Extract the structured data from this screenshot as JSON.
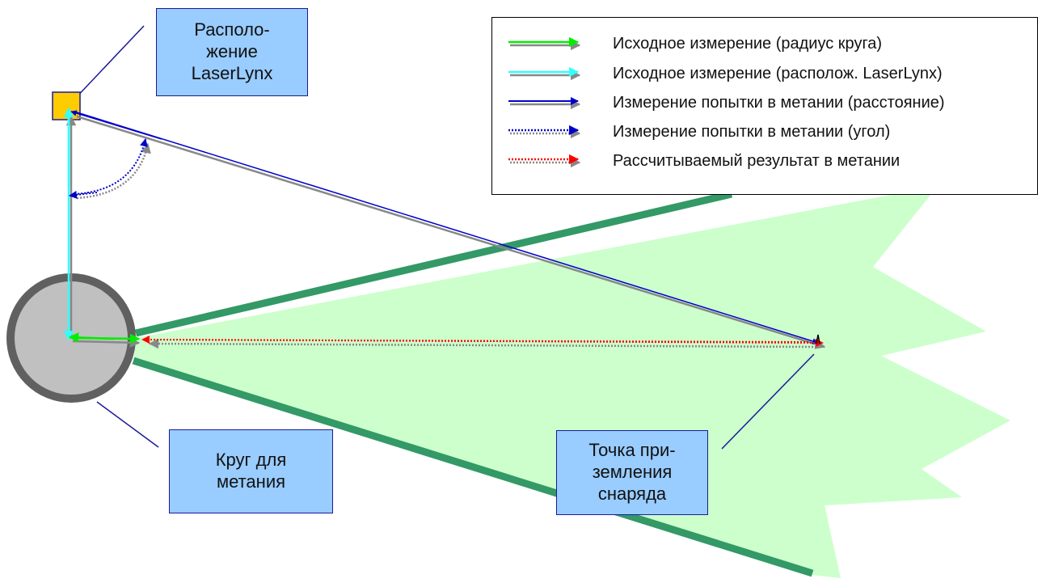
{
  "diagram": {
    "callouts": {
      "laserlynx": "Располо-\nжение\nLaserLynx",
      "circle": "Круг для\nметания",
      "landing": "Точка при-\nземления\nснаряда"
    },
    "legend": [
      {
        "label": "Исходное измерение (радиус круга)",
        "color": "#00ee00",
        "style": "solid"
      },
      {
        "label": "Исходное измерение (располож. LaserLynx)",
        "color": "#33ffff",
        "style": "solid"
      },
      {
        "label": "Измерение попытки в метании (расстояние)",
        "color": "#0000cc",
        "style": "solid"
      },
      {
        "label": "Измерение попытки в метании (угол)",
        "color": "#0000cc",
        "style": "dotted"
      },
      {
        "label": "Рассчитываемый результат в метании",
        "color": "#ff0000",
        "style": "dotted"
      }
    ],
    "colors": {
      "sector_fill": "#ccffcc",
      "sector_border": "#339966",
      "circle_fill": "#c0c0c0",
      "circle_ring": "#606060",
      "device": "#ffcc00",
      "shadow": "#888888",
      "callout_line": "#1a1a99"
    }
  }
}
